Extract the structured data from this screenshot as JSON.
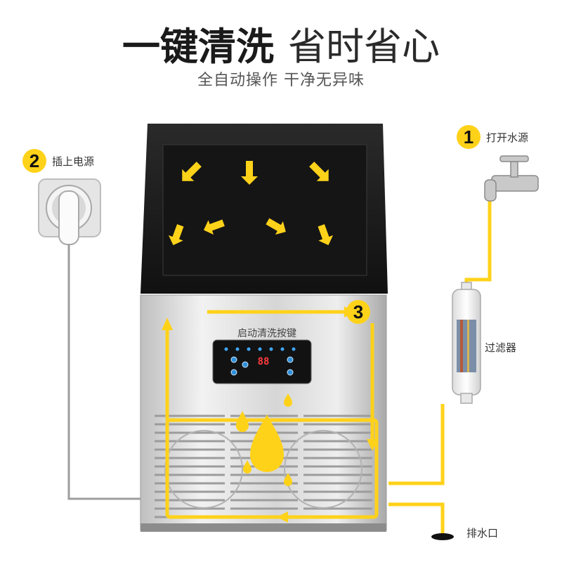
{
  "headline": {
    "bold": "一键清洗",
    "light": "省时省心"
  },
  "subheadline": "全自动操作 干净无异味",
  "steps": [
    {
      "number": "1",
      "label": "打开水源"
    },
    {
      "number": "2",
      "label": "插上电源"
    },
    {
      "number": "3",
      "label": "启动清洗按键"
    }
  ],
  "filter_label": "过滤器",
  "drain_label": "排水口",
  "display_readout": "88",
  "colors": {
    "accent": "#ffd21a",
    "flow_line": "#ffd21a",
    "lid": "#1c1c1c",
    "body": "#d9d9d9"
  },
  "icons": [
    "faucet-icon",
    "power-socket-icon",
    "water-drop-icon",
    "arrow-icon"
  ]
}
